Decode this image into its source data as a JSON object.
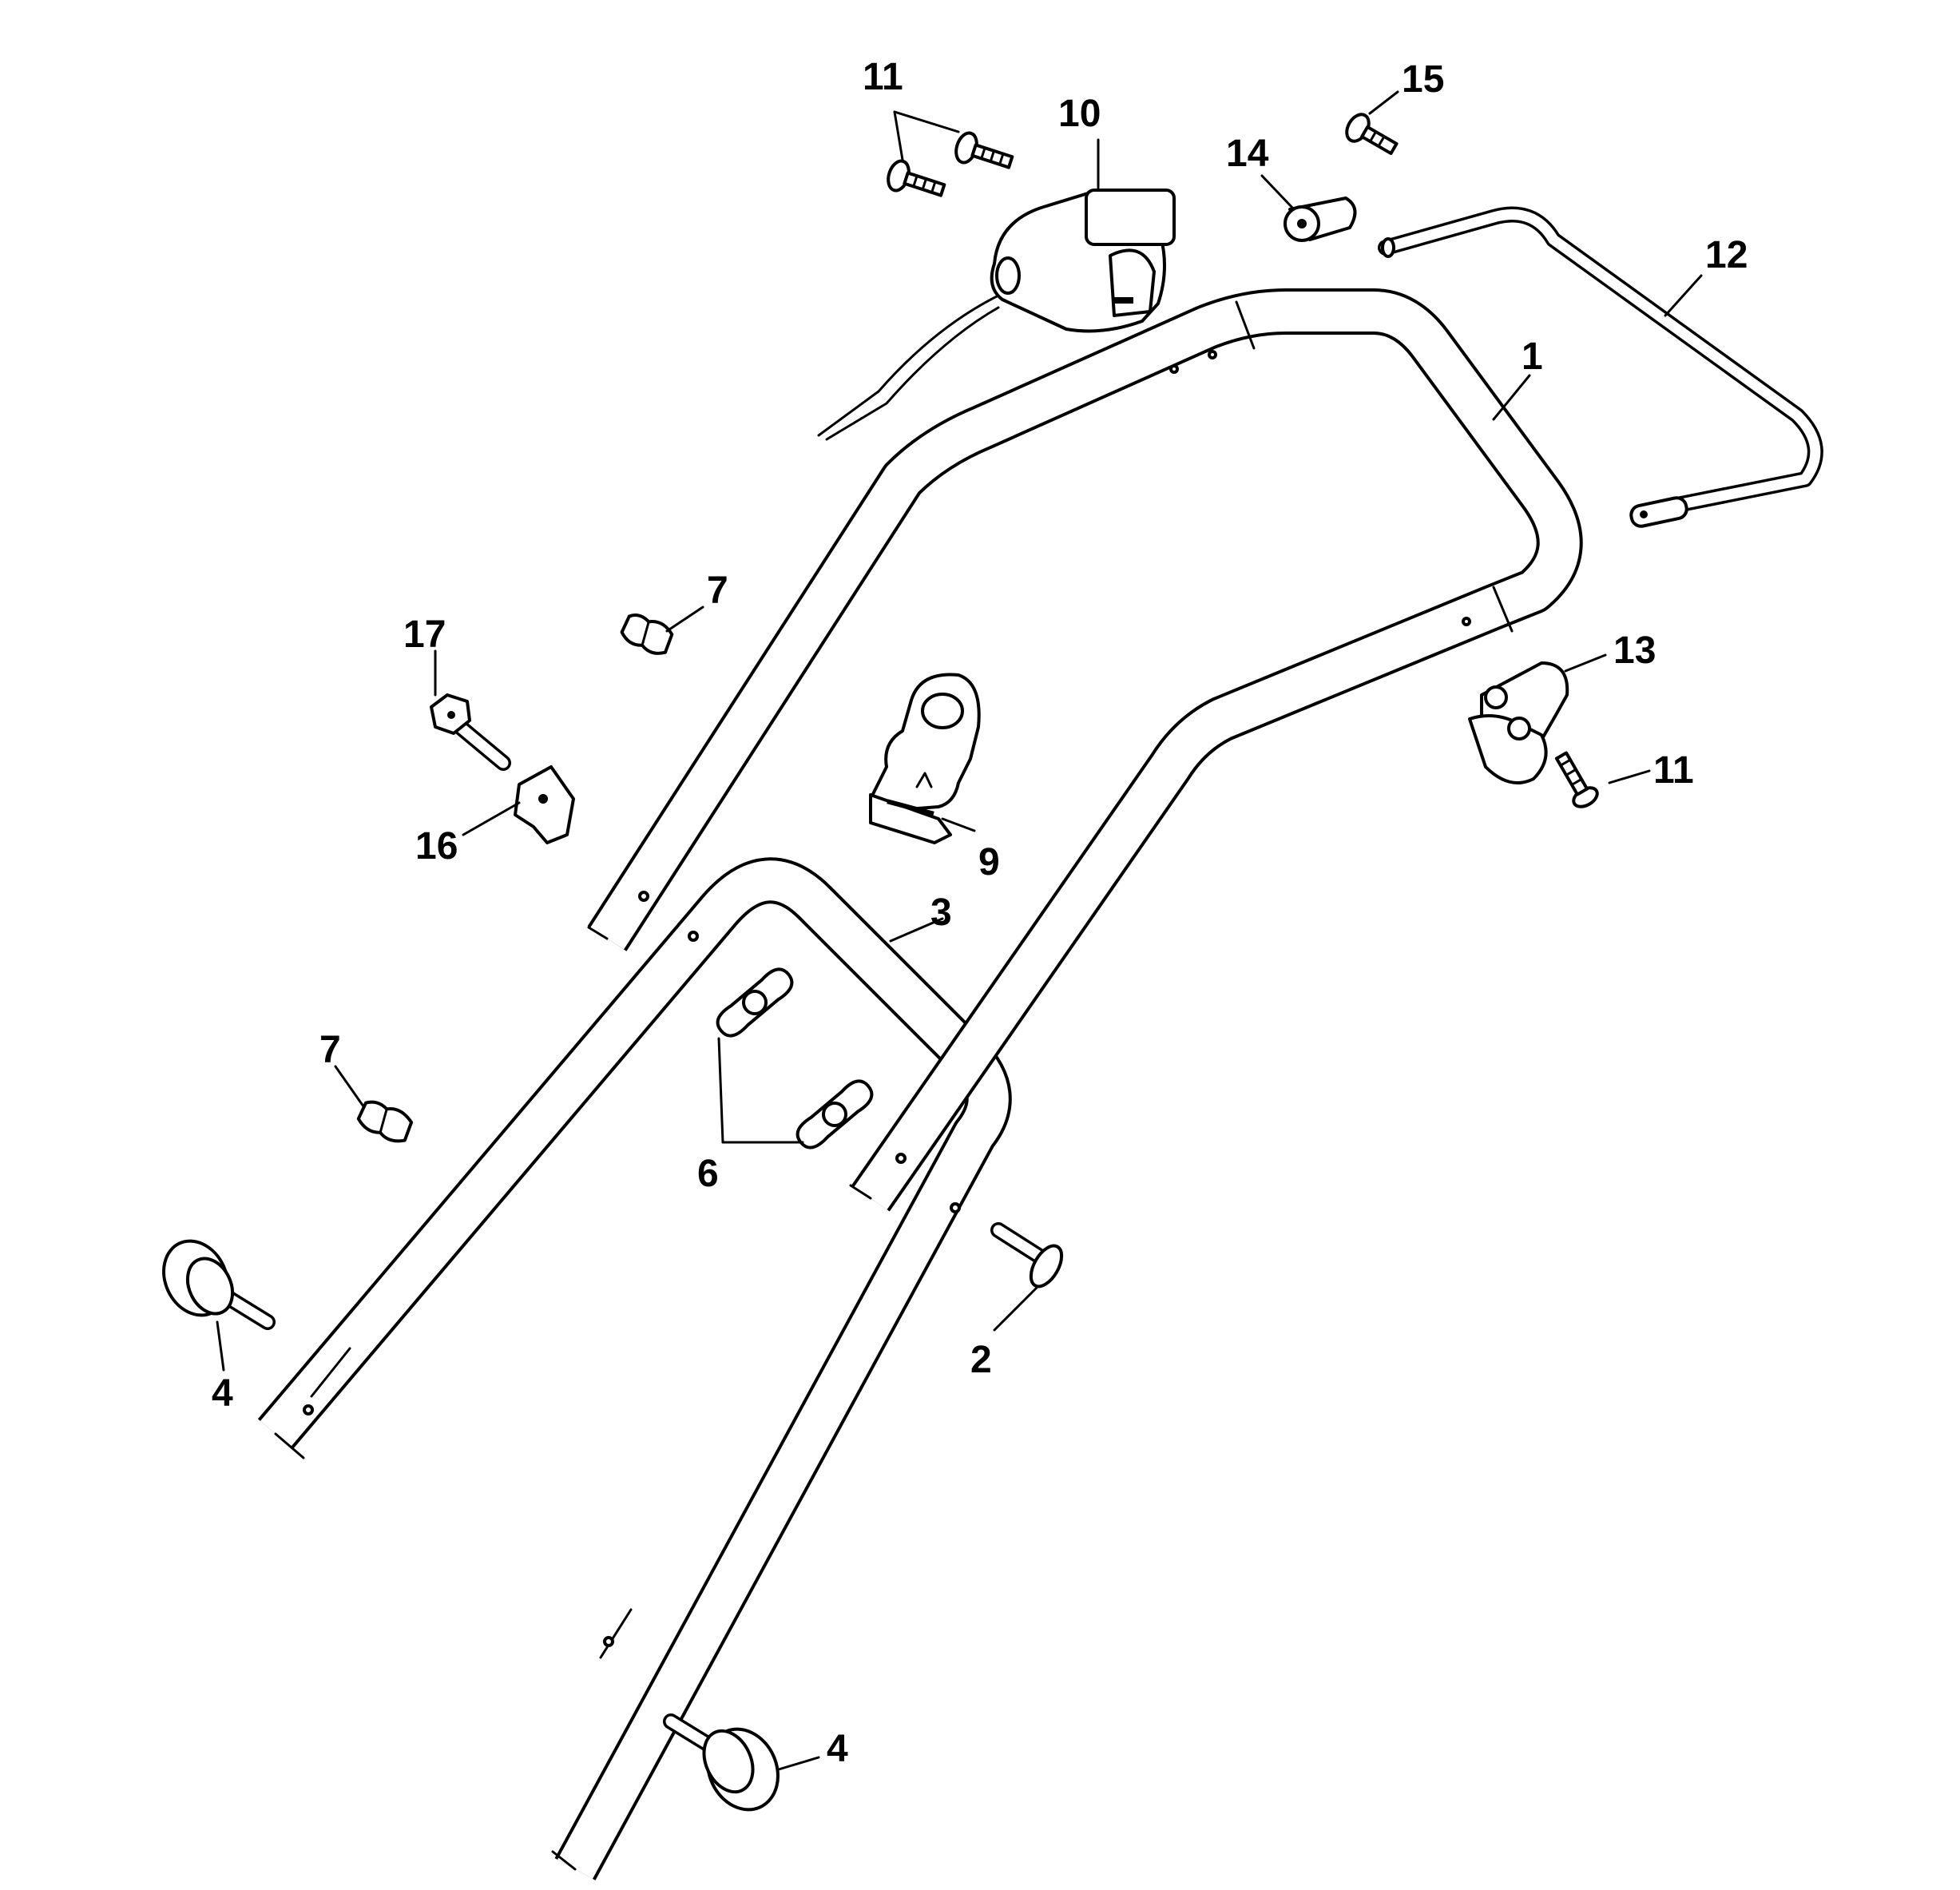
{
  "labels": {
    "l1": "1",
    "l2": "2",
    "l3": "3",
    "l4a": "4",
    "l4b": "4",
    "l6": "6",
    "l7a": "7",
    "l7b": "7",
    "l9": "9",
    "l10": "10",
    "l11a": "11",
    "l11b": "11",
    "l12": "12",
    "l13": "13",
    "l14": "14",
    "l15": "15",
    "l16": "16",
    "l17": "17"
  }
}
